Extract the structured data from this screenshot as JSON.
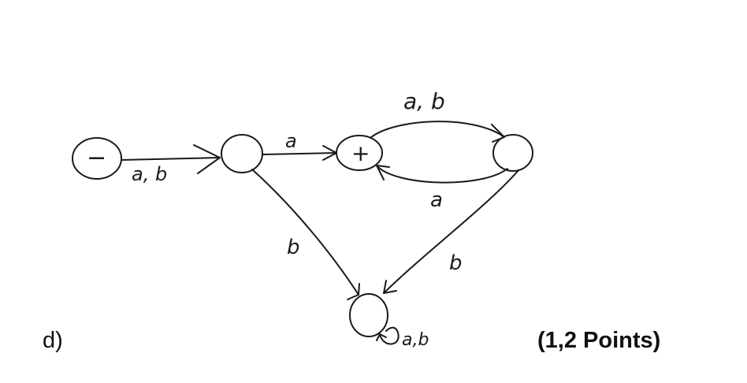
{
  "part_label": "d)",
  "points_label": "(1,2 Points)",
  "states": {
    "start_marker": "−",
    "final_marker": "+"
  },
  "edges": {
    "start_to_q1": "a, b",
    "q1_to_final": "a",
    "final_to_q3_top": "a, b",
    "q3_to_final_bottom": "a",
    "q1_to_sink": "b",
    "q3_to_sink": "b",
    "sink_loop": "a,b"
  }
}
